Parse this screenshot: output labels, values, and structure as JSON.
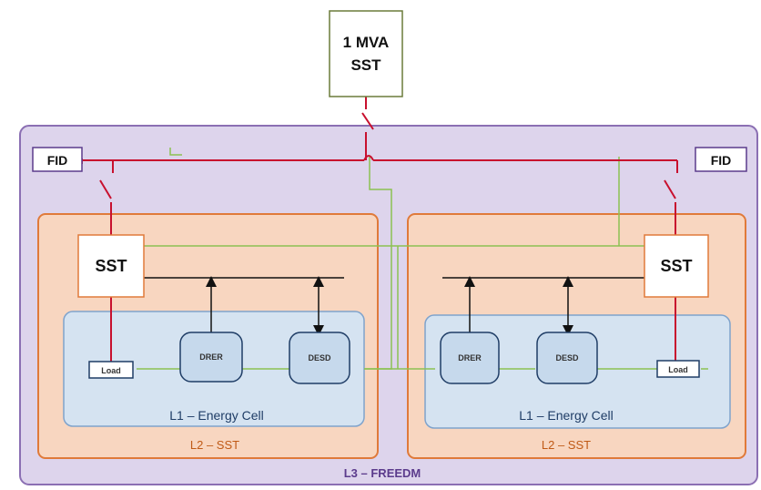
{
  "top_sst": {
    "line1": "1 MVA",
    "line2": "SST"
  },
  "fid": {
    "left": "FID",
    "right": "FID"
  },
  "left_cell": {
    "sst": "SST",
    "load": "Load",
    "drer": "DRER",
    "desd": "DESD",
    "energy_cell": "L1 – Energy Cell",
    "region": "L2 – SST"
  },
  "right_cell": {
    "sst": "SST",
    "load": "Load",
    "drer": "DRER",
    "desd": "DESD",
    "energy_cell": "L1 – Energy Cell",
    "region": "L2 – SST"
  },
  "outer_region": "L3 – FREEDM",
  "colors": {
    "power_line": "#c8102e",
    "comm_line": "#8cc152",
    "outer_fill": "#ddd4ec",
    "outer_border": "#8b6fb3",
    "l2_fill": "#f8d6c0",
    "l2_border": "#e07a3a",
    "l1_fill": "#d5e3f1",
    "l1_border": "#7fa3cc"
  }
}
